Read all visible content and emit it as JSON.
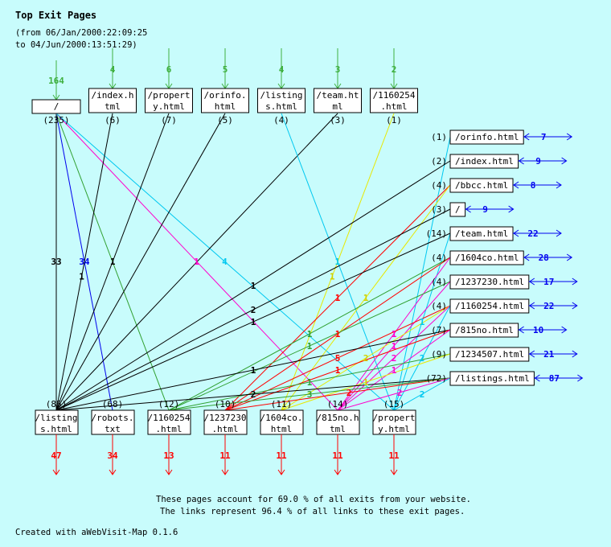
{
  "title": "Top Exit Pages",
  "period_from": "(from 06/Jan/2000:22:09:25",
  "period_to": "to 04/Jun/2000:13:51:29)",
  "colors": {
    "background": "#c8fcfc",
    "entry": "#40b040",
    "exit": "#ff0000",
    "loop": "#0000ee"
  },
  "top_nodes": [
    {
      "id": "t_root",
      "label": [
        "/"
      ],
      "count": "(235)",
      "entries": "164"
    },
    {
      "id": "t_index",
      "label": [
        "/index.h",
        "tml"
      ],
      "count": "(6)",
      "entries": "4"
    },
    {
      "id": "t_property",
      "label": [
        "/propert",
        "y.html"
      ],
      "count": "(7)",
      "entries": "6"
    },
    {
      "id": "t_orinfo",
      "label": [
        "/orinfo.",
        "html"
      ],
      "count": "(5)",
      "entries": "5"
    },
    {
      "id": "t_listings",
      "label": [
        "/listing",
        "s.html"
      ],
      "count": "(4)",
      "entries": "4"
    },
    {
      "id": "t_team",
      "label": [
        "/team.ht",
        "ml"
      ],
      "count": "(3)",
      "entries": "3"
    },
    {
      "id": "t_1160254",
      "label": [
        "/1160254",
        ".html"
      ],
      "count": "(1)",
      "entries": "2"
    }
  ],
  "right_nodes": [
    {
      "id": "r_orinfo",
      "label": "/orinfo.html",
      "count": "(1)",
      "loops": "7"
    },
    {
      "id": "r_index",
      "label": "/index.html",
      "count": "(2)",
      "loops": "9"
    },
    {
      "id": "r_bbcc",
      "label": "/bbcc.html",
      "count": "(4)",
      "loops": "8"
    },
    {
      "id": "r_root",
      "label": "/",
      "count": "(3)",
      "loops": "9"
    },
    {
      "id": "r_team",
      "label": "/team.html",
      "count": "(14)",
      "loops": "22"
    },
    {
      "id": "r_1604co",
      "label": "/1604co.html",
      "count": "(4)",
      "loops": "28"
    },
    {
      "id": "r_1237230",
      "label": "/1237230.html",
      "count": "(4)",
      "loops": "17"
    },
    {
      "id": "r_1160254",
      "label": "/1160254.html",
      "count": "(4)",
      "loops": "22"
    },
    {
      "id": "r_815no",
      "label": "/815no.html",
      "count": "(7)",
      "loops": "10"
    },
    {
      "id": "r_1234507",
      "label": "/1234507.html",
      "count": "(9)",
      "loops": "21"
    },
    {
      "id": "r_listings",
      "label": "/listings.html",
      "count": "(72)",
      "loops": "87"
    }
  ],
  "bottom_nodes": [
    {
      "id": "b_listings",
      "label": [
        "/listing",
        "s.html"
      ],
      "count": "(85)",
      "exits": "47"
    },
    {
      "id": "b_robots",
      "label": [
        "/robots.",
        "txt"
      ],
      "count": "(68)",
      "exits": "34"
    },
    {
      "id": "b_1160254",
      "label": [
        "/1160254",
        ".html"
      ],
      "count": "(12)",
      "exits": "13"
    },
    {
      "id": "b_1237230",
      "label": [
        "/1237230",
        ".html"
      ],
      "count": "(10)",
      "exits": "11"
    },
    {
      "id": "b_1604co",
      "label": [
        "/1604co.",
        "html"
      ],
      "count": "(11)",
      "exits": "11"
    },
    {
      "id": "b_815no",
      "label": [
        "/815no.h",
        "tml"
      ],
      "count": "(14)",
      "exits": "11"
    },
    {
      "id": "b_property",
      "label": [
        "/propert",
        "y.html"
      ],
      "count": "(15)",
      "exits": "11"
    }
  ],
  "edges": [
    {
      "from": "t_root",
      "to": "b_listings",
      "color": "#000000",
      "label": "33"
    },
    {
      "from": "t_root",
      "to": "b_robots",
      "color": "#0000ee",
      "label": "34"
    },
    {
      "from": "t_root",
      "to": "b_1160254",
      "color": "#30a030",
      "label": ""
    },
    {
      "from": "t_root",
      "to": "b_815no",
      "color": "#ff00cc",
      "label": "1"
    },
    {
      "from": "t_root",
      "to": "b_property",
      "color": "#00c8f0",
      "label": "4"
    },
    {
      "from": "t_index",
      "to": "b_listings",
      "color": "#000000",
      "label": "1"
    },
    {
      "from": "t_property",
      "to": "b_listings",
      "color": "#000000",
      "label": "1"
    },
    {
      "from": "t_orinfo",
      "to": "b_listings",
      "color": "#000000",
      "label": ""
    },
    {
      "from": "t_team",
      "to": "b_listings",
      "color": "#000000",
      "label": ""
    },
    {
      "from": "t_listings",
      "to": "b_property",
      "color": "#00c8f0",
      "label": "1"
    },
    {
      "from": "t_1160254",
      "to": "b_1604co",
      "color": "#e8e800",
      "label": "1"
    },
    {
      "from": "r_orinfo",
      "to": "b_property",
      "color": "#00c8f0",
      "label": ""
    },
    {
      "from": "r_index",
      "to": "b_listings",
      "color": "#000000",
      "label": "1"
    },
    {
      "from": "r_bbcc",
      "to": "b_1237230",
      "color": "#ff0000",
      "label": "1"
    },
    {
      "from": "r_bbcc",
      "to": "b_1604co",
      "color": "#e8e800",
      "label": "1"
    },
    {
      "from": "r_root",
      "to": "b_listings",
      "color": "#000000",
      "label": "2"
    },
    {
      "from": "r_team",
      "to": "b_listings",
      "color": "#000000",
      "label": "1"
    },
    {
      "from": "r_team",
      "to": "b_property",
      "color": "#00c8f0",
      "label": "1"
    },
    {
      "from": "r_1604co",
      "to": "b_1160254",
      "color": "#30a030",
      "label": "1"
    },
    {
      "from": "r_1604co",
      "to": "b_1237230",
      "color": "#ff0000",
      "label": "1"
    },
    {
      "from": "r_1604co",
      "to": "b_815no",
      "color": "#ff00cc",
      "label": "1"
    },
    {
      "from": "r_1237230",
      "to": "b_1160254",
      "color": "#30a030",
      "label": "1"
    },
    {
      "from": "r_1237230",
      "to": "b_815no",
      "color": "#ff00cc",
      "label": "1"
    },
    {
      "from": "r_1160254",
      "to": "b_1237230",
      "color": "#ff0000",
      "label": "5"
    },
    {
      "from": "r_1160254",
      "to": "b_1604co",
      "color": "#e8e800",
      "label": "2"
    },
    {
      "from": "r_1160254",
      "to": "b_815no",
      "color": "#ff00cc",
      "label": "2"
    },
    {
      "from": "r_1160254",
      "to": "b_property",
      "color": "#00c8f0",
      "label": "2"
    },
    {
      "from": "r_815no",
      "to": "b_listings",
      "color": "#000000",
      "label": "1"
    },
    {
      "from": "r_815no",
      "to": "b_1237230",
      "color": "#ff0000",
      "label": "1"
    },
    {
      "from": "r_815no",
      "to": "b_815no",
      "color": "#ff00cc",
      "label": "1"
    },
    {
      "from": "r_1234507",
      "to": "b_1160254",
      "color": "#30a030",
      "label": "1"
    },
    {
      "from": "r_1234507",
      "to": "b_1604co",
      "color": "#e8e800",
      "label": "1"
    },
    {
      "from": "r_listings",
      "to": "b_listings",
      "color": "#000000",
      "label": "2"
    },
    {
      "from": "r_listings",
      "to": "b_1237230",
      "color": "#ff0000",
      "label": "2"
    },
    {
      "from": "r_listings",
      "to": "b_1160254",
      "color": "#30a030",
      "label": "3"
    },
    {
      "from": "r_listings",
      "to": "b_815no",
      "color": "#ff00cc",
      "label": "2"
    },
    {
      "from": "r_listings",
      "to": "b_property",
      "color": "#00c8f0",
      "label": "2"
    }
  ],
  "footer": {
    "line1": "These pages account for 69.0 % of all exits from your website.",
    "line2": "The links represent 96.4 % of all links to these exit pages.",
    "credit": "Created with aWebVisit-Map 0.1.6"
  }
}
